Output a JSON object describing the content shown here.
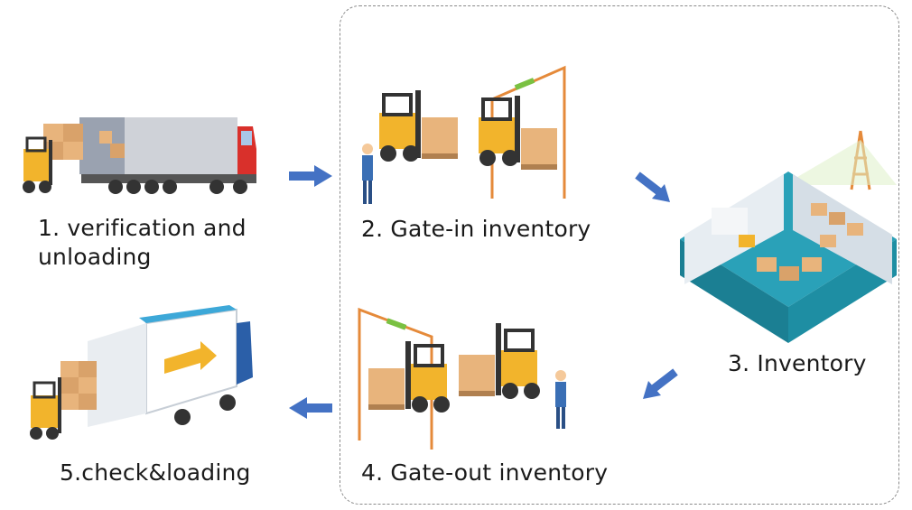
{
  "steps": [
    {
      "label": "1. verification and\nunloading",
      "icon": "truck-unloading-icon"
    },
    {
      "label": "2. Gate-in inventory",
      "icon": "forklift-gate-in-icon"
    },
    {
      "label": "3. Inventory",
      "icon": "warehouse-icon"
    },
    {
      "label": "4. Gate-out inventory",
      "icon": "forklift-gate-out-icon"
    },
    {
      "label": "5.check&loading",
      "icon": "truck-loading-icon"
    }
  ],
  "colors": {
    "arrow": "#4472c4",
    "forklift": "#f2b42c",
    "box": "#e8b47c",
    "gate": "#e58a3a",
    "truck_cab": "#d9302b",
    "floor": "#2aa1b8"
  }
}
